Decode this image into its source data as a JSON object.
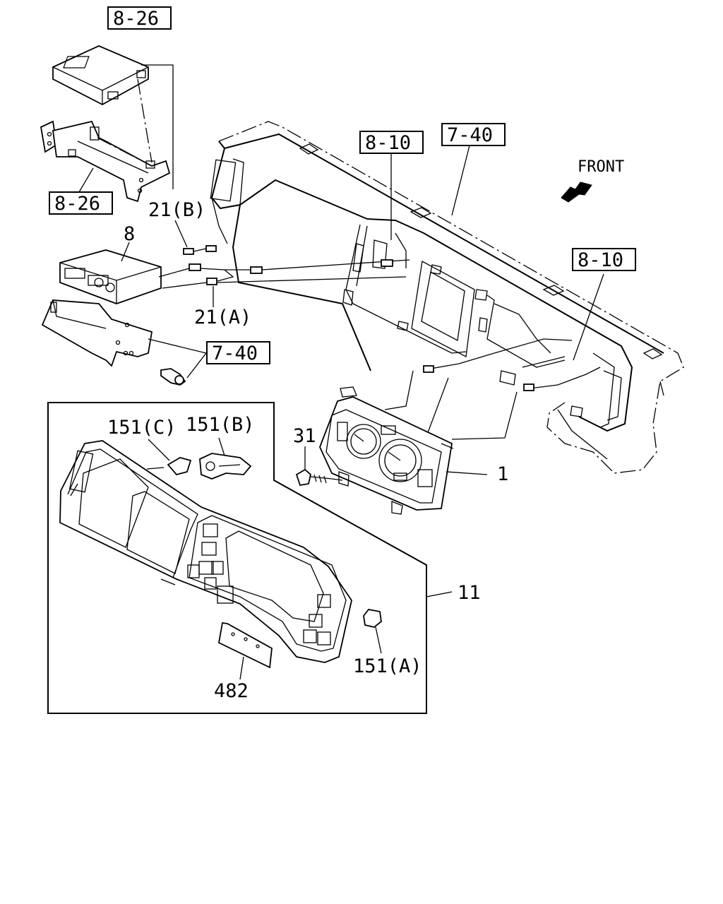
{
  "labels": {
    "ref_8_26_top": "8-26",
    "ref_8_26_bottom": "8-26",
    "ref_8_10_upper": "8-10",
    "ref_7_40_upper": "7-40",
    "ref_8_10_right": "8-10",
    "ref_7_40_lower": "7-40",
    "part_21b": "21(B)",
    "part_21a": "21(A)",
    "part_8": "8",
    "part_31": "31",
    "part_1": "1",
    "part_11": "11",
    "part_151c": "151(C)",
    "part_151b": "151(B)",
    "part_151a": "151(A)",
    "part_482": "482",
    "front": "FRONT"
  }
}
